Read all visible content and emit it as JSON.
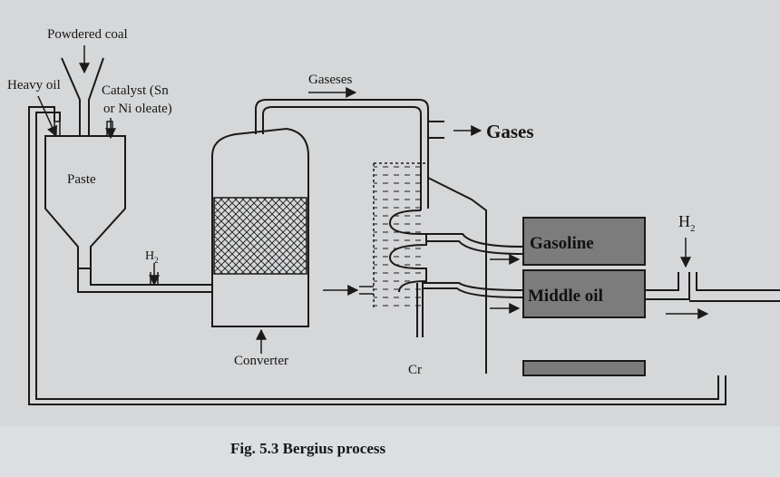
{
  "diagram": {
    "labels": {
      "powdered_coal": "Powdered coal",
      "heavy_oil": "Heavy oil",
      "catalyst_line1": "Catalyst (Sn",
      "catalyst_line2": "or Ni oleate)",
      "paste": "Paste",
      "h2_inlet": "H",
      "h2_inlet_sub": "2",
      "gaseses": "Gaseses",
      "gases_out": "Gases",
      "converter": "Converter",
      "cr_partial": "Cr",
      "h2_right": "H",
      "h2_right_sub": "2"
    },
    "products": {
      "gasoline": "Gasoline",
      "middle_oil": "Middle oil",
      "heavy_oil_box": ""
    },
    "caption": "Fig. 5.3 Bergius process",
    "colors": {
      "background": "#d5d7d9",
      "product_box": "#7c7c7c",
      "line": "#1a1a1a"
    }
  }
}
